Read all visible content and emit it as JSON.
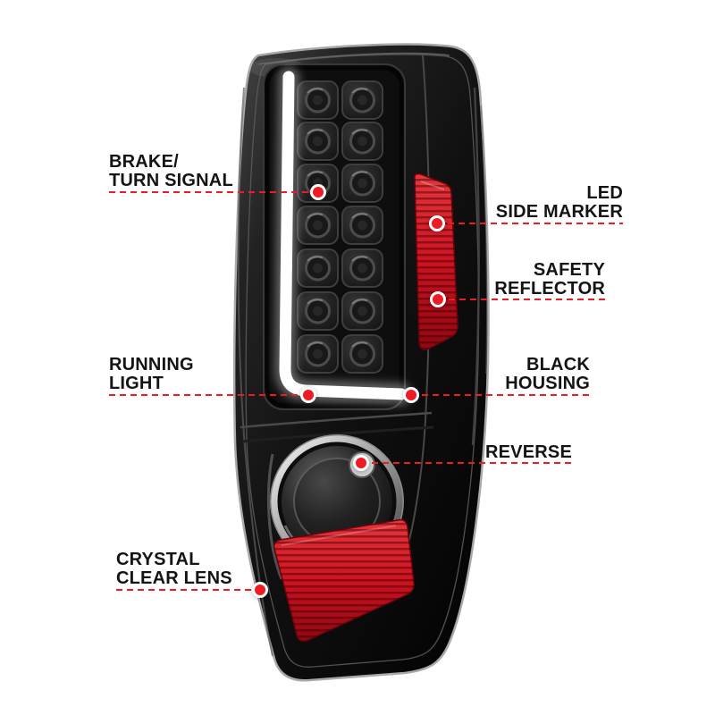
{
  "colors": {
    "accent": "#ed1c24",
    "background": "#ffffff",
    "housing": "#0a0a0a",
    "reflector_red": "#cf1220"
  },
  "callouts": {
    "brake_turn_signal": {
      "line1": "BRAKE/",
      "line2": "TURN SIGNAL"
    },
    "led_side_marker": {
      "line1": "LED",
      "line2": "SIDE MARKER"
    },
    "safety_reflector": {
      "line1": "SAFETY",
      "line2": "REFLECTOR"
    },
    "running_light": {
      "line1": "RUNNING",
      "line2": "LIGHT"
    },
    "black_housing": {
      "line1": "BLACK",
      "line2": "HOUSING"
    },
    "reverse": {
      "line1": "REVERSE"
    },
    "crystal_clear_lens": {
      "line1": "CRYSTAL",
      "line2": "CLEAR LENS"
    }
  }
}
